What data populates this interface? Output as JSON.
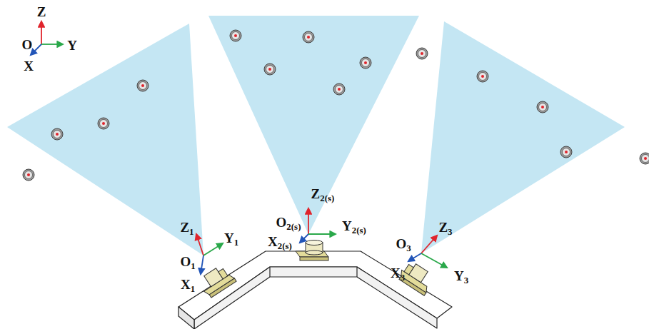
{
  "diagram": {
    "labels": [
      "Z",
      "O",
      "Y",
      "X",
      "Z1",
      "O1",
      "Y1",
      "X1",
      "Z2(s)",
      "O2(s)",
      "Y2(s)",
      "X2(s)",
      "Z3",
      "O3",
      "Y3",
      "X3"
    ]
  }
}
